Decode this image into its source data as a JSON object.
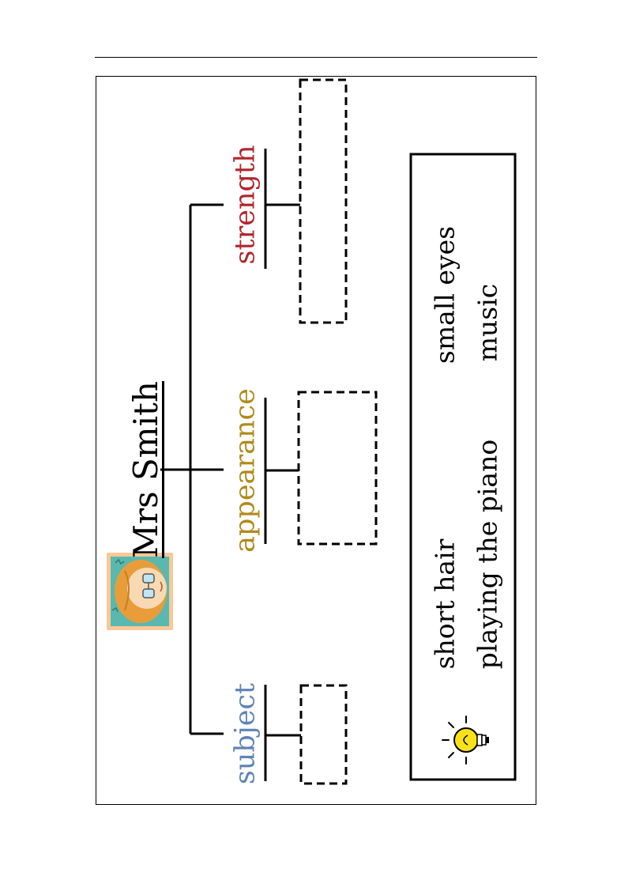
{
  "diagram": {
    "title": "Mrs Smith",
    "branches": {
      "subject": {
        "label": "subject",
        "color": "#5d84b6"
      },
      "appearance": {
        "label": "appearance",
        "color": "#b08a1c"
      },
      "strength": {
        "label": "strength",
        "color": "#b0262d"
      }
    },
    "answer_boxes": [
      "",
      "",
      ""
    ]
  },
  "word_bank": {
    "icon": "lightbulb-icon",
    "items": [
      "short hair",
      "small eyes",
      "playing the piano",
      "music"
    ]
  },
  "avatar": {
    "icon": "cartoon-woman-avatar"
  }
}
